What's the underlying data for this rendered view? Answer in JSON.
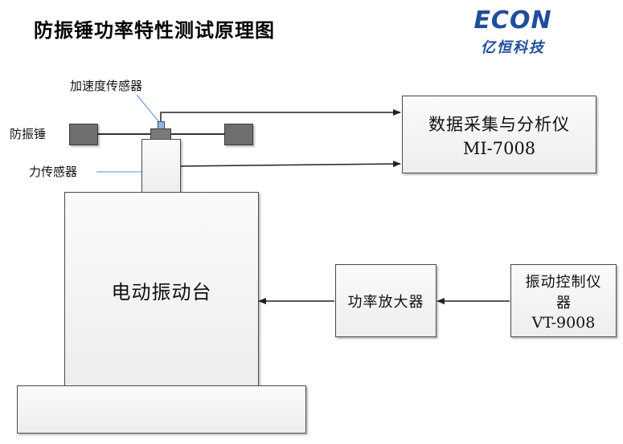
{
  "title": "防振锤功率特性测试原理图",
  "logo": {
    "brand": "ECON",
    "subtitle": "亿恒科技"
  },
  "labels": {
    "accelerometer": "加速度传感器",
    "damper": "防振锤",
    "force_sensor": "力传感器"
  },
  "boxes": {
    "analyzer": {
      "name": "数据采集与分析仪",
      "model": "MI-7008"
    },
    "shaker": {
      "name": "电动振动台"
    },
    "amplifier": {
      "name": "功率放大器"
    },
    "controller": {
      "name_line1": "振动控制仪",
      "name_line2": "器",
      "model": "VT-9008"
    }
  },
  "colors": {
    "brand": "#1f4e9b",
    "sensor_blue": "#8fb7e0",
    "damper_gray": "#6e6e6e"
  }
}
